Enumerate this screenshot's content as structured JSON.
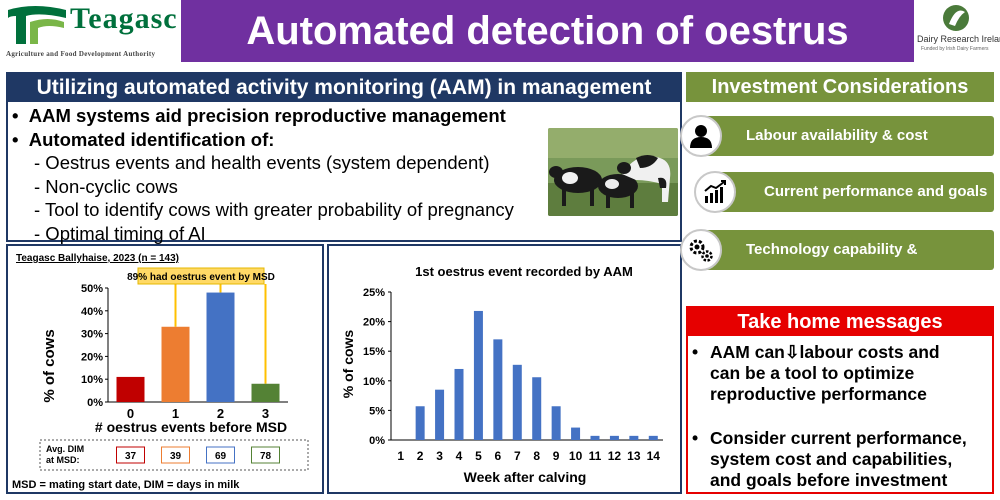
{
  "header": {
    "logo_word": "Teagasc",
    "logo_sub": "Agriculture and Food Development Authority",
    "title": "Automated detection of oestrus",
    "right_logo_text": "Dairy Research Ireland",
    "right_logo_sub": "Funded by Irish Dairy Farmers"
  },
  "aam": {
    "heading": "Utilizing automated activity monitoring (AAM) in management",
    "bullet1": "AAM systems aid precision reproductive management",
    "bullet2": "Automated identification of:",
    "sub1": "- Oestrus events and health events (system dependent)",
    "sub2": "- Non-cyclic cows",
    "sub3": "- Tool to identify cows with greater probability of pregnancy",
    "sub4": "- Optimal timing of AI"
  },
  "left_chart": {
    "source": "Teagasc Ballyhaise, 2023 (n = 143)",
    "callout": "89% had oestrus event by MSD",
    "dim_label_1": "Avg. DIM",
    "dim_label_2": "at MSD:",
    "footnote": "MSD = mating start date,  DIM = days in milk"
  },
  "right_chart": {
    "title": "1st oestrus event recorded by AAM"
  },
  "chart_data": [
    {
      "type": "bar",
      "title": "",
      "xlabel": "# oestrus events before MSD",
      "ylabel": "% of cows",
      "categories": [
        "0",
        "1",
        "2",
        "3"
      ],
      "values": [
        11,
        33,
        48,
        8
      ],
      "bar_colors": [
        "#c00000",
        "#ed7d31",
        "#4472c4",
        "#548235"
      ],
      "dim_at_msd": [
        "37",
        "39",
        "69",
        "78"
      ],
      "ylim": [
        0,
        50
      ],
      "yticks": [
        "0%",
        "10%",
        "20%",
        "30%",
        "40%",
        "50%"
      ],
      "grid": false,
      "legend": "none"
    },
    {
      "type": "bar",
      "title": "1st oestrus event recorded by AAM",
      "xlabel": "Week after calving",
      "ylabel": "% of cows",
      "categories": [
        "1",
        "2",
        "3",
        "4",
        "5",
        "6",
        "7",
        "8",
        "9",
        "10",
        "11",
        "12",
        "13",
        "14"
      ],
      "values": [
        0,
        5.7,
        8.5,
        12,
        21.8,
        17,
        12.7,
        10.6,
        5.7,
        2.1,
        0.7,
        0.7,
        0.7,
        0.7
      ],
      "bar_color": "#4472c4",
      "ylim": [
        0,
        25
      ],
      "yticks": [
        "0%",
        "5%",
        "10%",
        "15%",
        "20%",
        "25%"
      ],
      "grid": false,
      "legend": "none"
    }
  ],
  "investment": {
    "heading": "Investment Considerations",
    "items": [
      {
        "label": "Labour availability & cost",
        "icon": "person-icon"
      },
      {
        "label": "Current performance and goals",
        "icon": "growth-chart-icon"
      },
      {
        "label": "Technology capability & limitations",
        "icon": "gears-icon"
      }
    ]
  },
  "take_home": {
    "heading": "Take home messages",
    "item1_line1_a": "AAM can",
    "item1_arrow": "⇩",
    "item1_line1_b": "labour costs and",
    "item1_line2": "can be a tool to optimize",
    "item1_line3": "reproductive performance",
    "item2_line1": "Consider current performance,",
    "item2_line2": "system cost and capabilities,",
    "item2_line3": "and goals before investment"
  },
  "colors": {
    "title_bar": "#7030a0",
    "navy": "#1f3864",
    "green": "#77933c",
    "red": "#e60000"
  }
}
